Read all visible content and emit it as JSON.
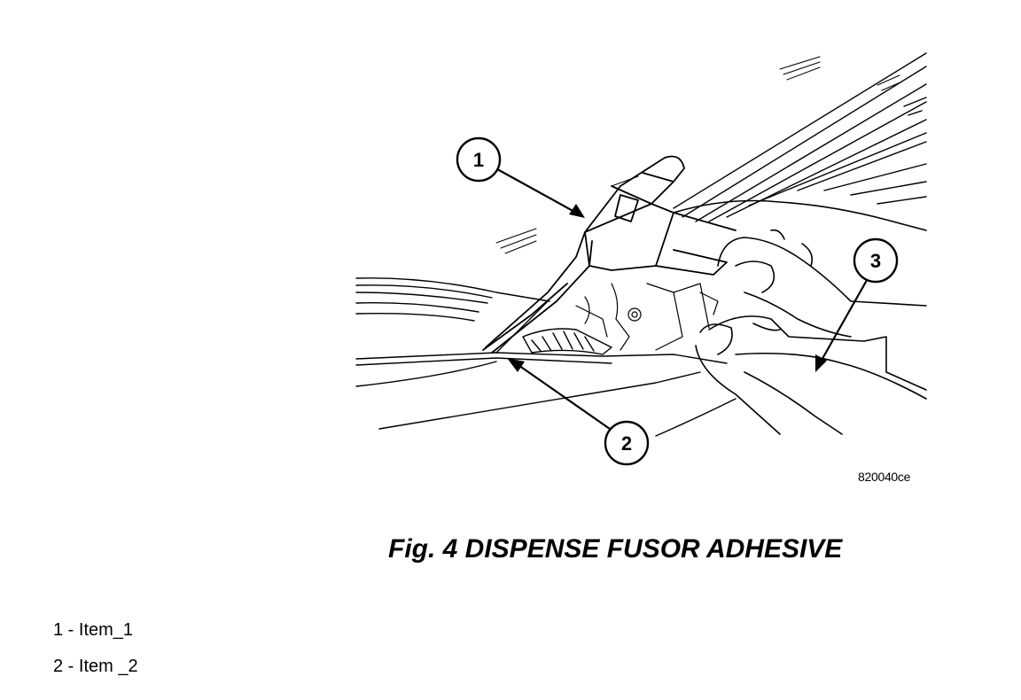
{
  "figure": {
    "caption": "Fig. 4 DISPENSE FUSOR ADHESIVE",
    "image_code": "820040ce"
  },
  "callouts": [
    {
      "label": "1"
    },
    {
      "label": "2"
    },
    {
      "label": "3"
    }
  ],
  "legend": [
    {
      "text": "1 - Item_1"
    },
    {
      "text": "2 - Item _2"
    }
  ]
}
